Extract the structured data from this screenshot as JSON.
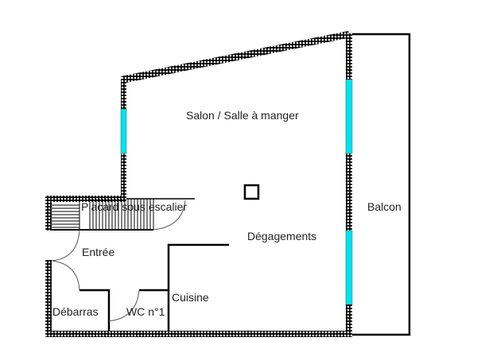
{
  "rooms": {
    "salon": "Salon / Salle à manger",
    "placard": "Placard sous escalier",
    "balcon": "Balcon",
    "degagements": "Dégagements",
    "entree": "Entrée",
    "cuisine": "Cuisine",
    "debarras": "Débarras",
    "wc": "WC n°1"
  },
  "colors": {
    "window": "#00e5ee",
    "wall": "#000000"
  }
}
